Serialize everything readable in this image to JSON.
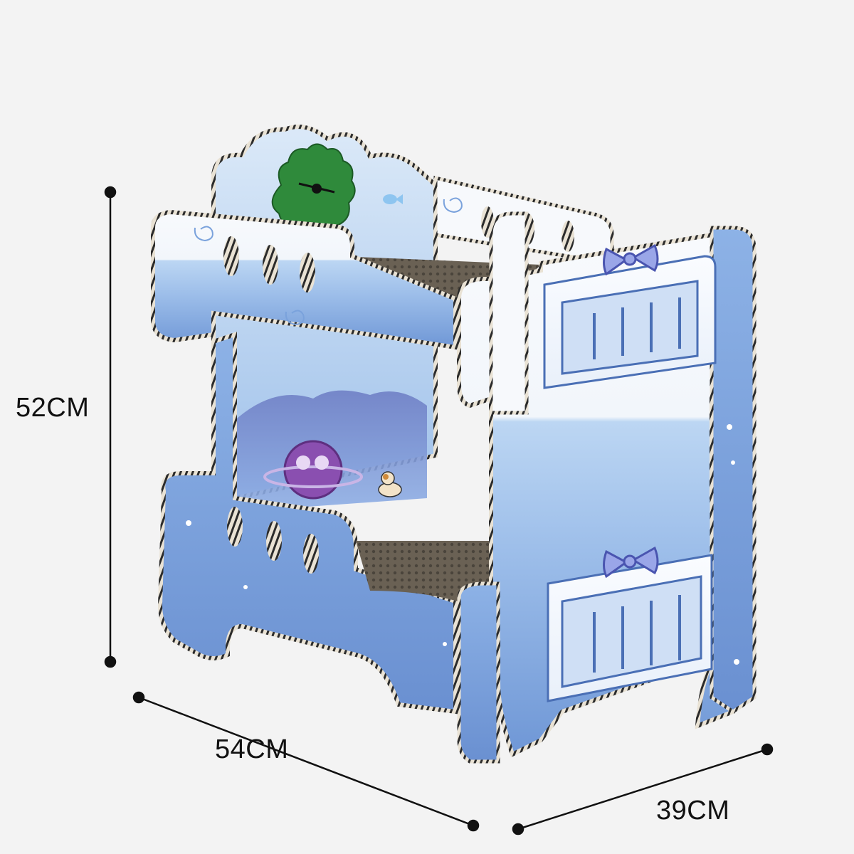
{
  "dimensions": {
    "height": "52CM",
    "width": "54CM",
    "depth": "39CM"
  },
  "colors": {
    "background": "#f3f3f3",
    "light_blue": "#cfe2f6",
    "mid_blue": "#8fb4e4",
    "deep_blue": "#6b93d3",
    "white_panel": "#f7f9fc",
    "cardboard": "#5e564b",
    "edge_stripe": "#2b2b2b",
    "bow": "#9aa6e8",
    "dinosaur": "#2f8a3b",
    "planet": "#8a4fb0",
    "dimension_line": "#111111"
  },
  "icons": [
    "dinosaur-icon",
    "planet-icon",
    "cat-icon",
    "fish-icon",
    "bow-icon",
    "swirl-icon"
  ]
}
